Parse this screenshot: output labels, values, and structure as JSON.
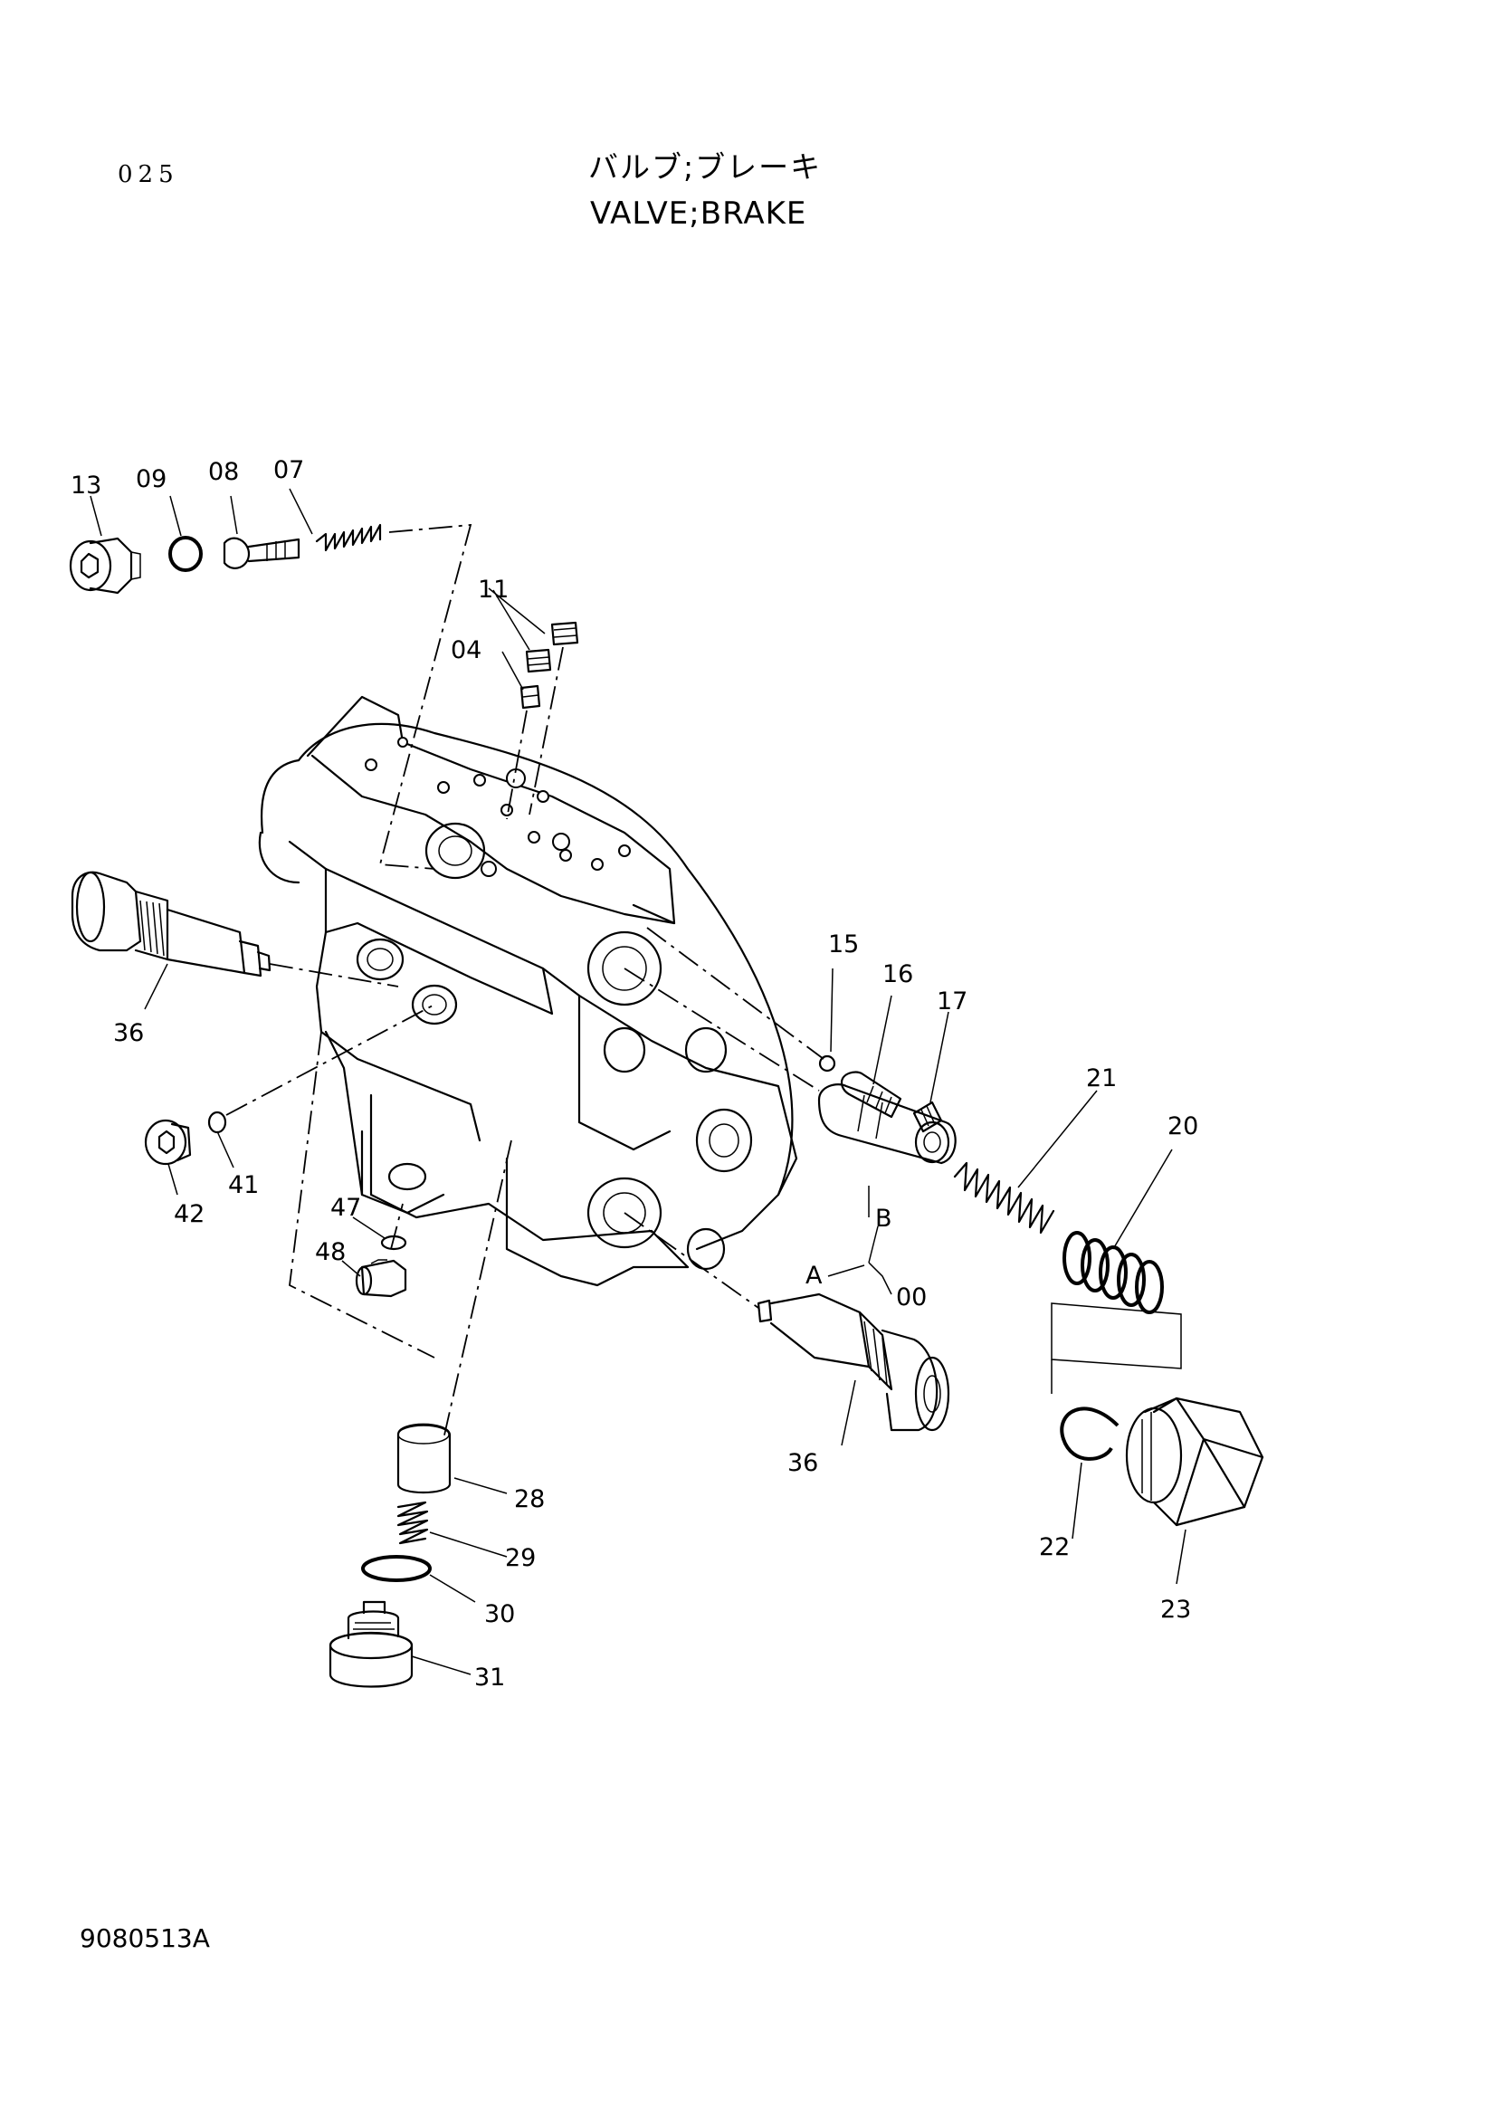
{
  "header": {
    "page_number": "025",
    "title_jp": "バルブ;ブレーキ",
    "title_en": "VALVE;BRAKE"
  },
  "footer": {
    "drawing_id": "9080513A"
  },
  "parts": {
    "p13": "13",
    "p09": "09",
    "p08": "08",
    "p07": "07",
    "p11": "11",
    "p04": "04",
    "p36a": "36",
    "p36b": "36",
    "p15": "15",
    "p16": "16",
    "p17": "17",
    "p21": "21",
    "p20": "20",
    "p41": "41",
    "p42": "42",
    "p47": "47",
    "p48": "48",
    "pB": "B",
    "pA": "A",
    "p00": "00",
    "p22": "22",
    "p23": "23",
    "p28": "28",
    "p29": "29",
    "p30": "30",
    "p31": "31"
  }
}
